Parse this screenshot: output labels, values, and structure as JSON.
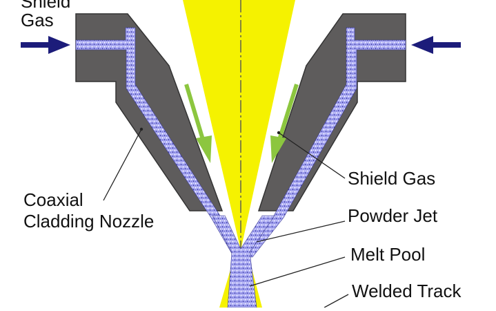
{
  "labels": {
    "shield_gas_top_line1": "Shield",
    "shield_gas_top_line2": "Gas",
    "shield_gas_right": "Shield Gas",
    "nozzle_line1": "Coaxial",
    "nozzle_line2": "Cladding Nozzle",
    "powder_jet": "Powder Jet",
    "melt_pool": "Melt Pool",
    "welded_track": "Welded Track"
  },
  "colors": {
    "nozzle_body": "#5e5c5c",
    "nozzle_outline": "#333333",
    "laser_beam": "#f5f200",
    "powder": "#9c9cf0",
    "gas_arrow": "#1c1c7a",
    "flow_arrow": "#8cc63f",
    "leader_line": "#222222",
    "axis_line": "#555555"
  }
}
